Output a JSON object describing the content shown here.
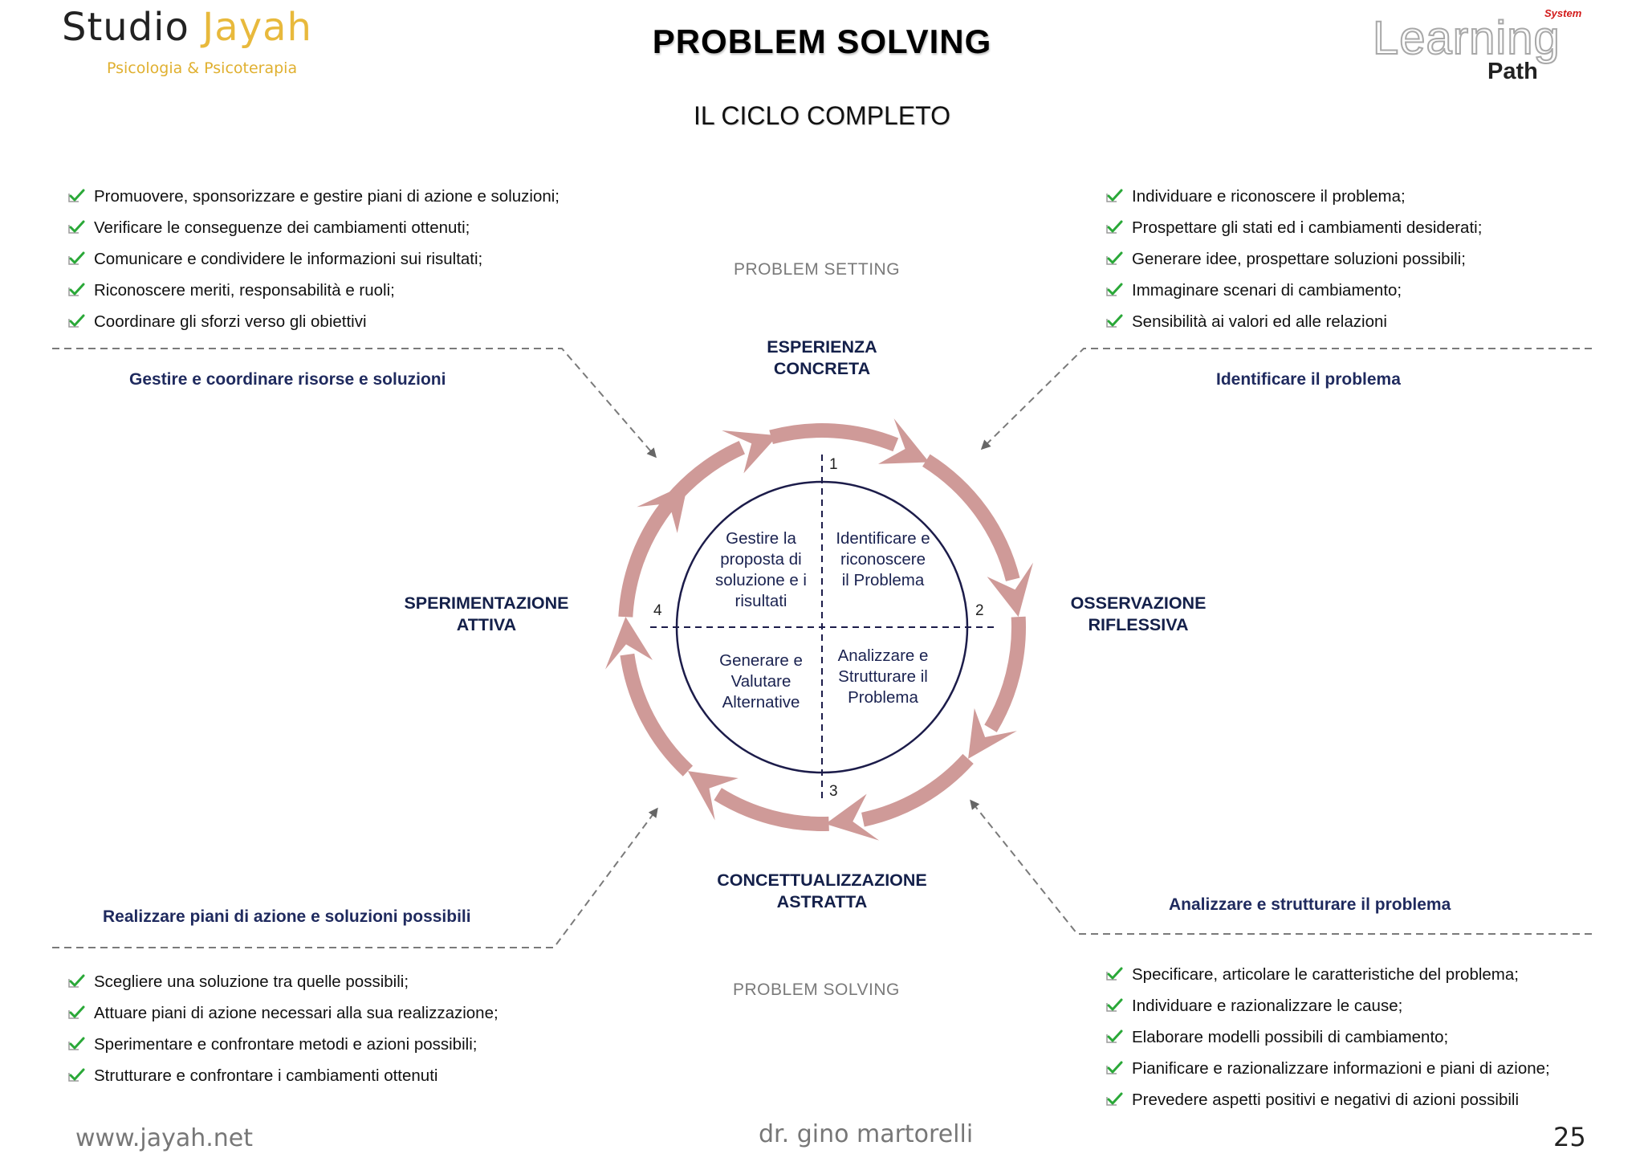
{
  "header": {
    "logo_name_1": "Studio ",
    "logo_name_2": "Jayah",
    "logo_tagline": "Psicologia & Psicoterapia",
    "title": "PROBLEM SOLVING",
    "subtitle": "IL CICLO COMPLETO",
    "lp_learning": "Learning",
    "lp_path": "Path",
    "lp_system": "System"
  },
  "colors": {
    "arrow": "#cf9a98",
    "check": "#2aa838",
    "heading": "#1f2a5e",
    "phase": "#7a7a7a"
  },
  "icons": {
    "bullet": "check-icon"
  },
  "phases": {
    "top": "PROBLEM SETTING",
    "bottom": "PROBLEM SOLVING"
  },
  "cycle": {
    "top": [
      "ESPERIENZA",
      "CONCRETA"
    ],
    "right": [
      "OSSERVAZIONE",
      "RIFLESSIVA"
    ],
    "bottom": [
      "CONCETTUALIZZAZIONE",
      "ASTRATTA"
    ],
    "left": [
      "SPERIMENTAZIONE",
      "ATTIVA"
    ],
    "numbers": [
      "1",
      "2",
      "3",
      "4"
    ],
    "quadrants": {
      "top_left": [
        "Gestire la",
        "proposta di",
        "soluzione e i",
        "risultati"
      ],
      "top_right": [
        "Identificare e",
        "riconoscere",
        "il Problema"
      ],
      "bottom_left": [
        "Generare e",
        "Valutare",
        "Alternative"
      ],
      "bottom_right": [
        "Analizzare e",
        "Strutturare il",
        "Problema"
      ]
    }
  },
  "sections": {
    "top_left": {
      "heading": "Gestire e coordinare risorse e soluzioni",
      "items": [
        "Promuovere, sponsorizzare e gestire piani di azione e soluzioni;",
        "Verificare le conseguenze dei cambiamenti ottenuti;",
        "Comunicare e condividere le informazioni sui risultati;",
        "Riconoscere meriti, responsabilità e ruoli;",
        "Coordinare gli sforzi verso gli obiettivi"
      ]
    },
    "top_right": {
      "heading": "Identificare il problema",
      "items": [
        "Individuare e riconoscere il problema;",
        "Prospettare gli stati ed i cambiamenti desiderati;",
        "Generare idee, prospettare soluzioni possibili;",
        "Immaginare scenari di cambiamento;",
        "Sensibilità ai valori ed alle relazioni"
      ]
    },
    "bottom_left": {
      "heading": "Realizzare piani di azione e soluzioni possibili",
      "items": [
        "Scegliere una soluzione tra quelle possibili;",
        "Attuare piani di azione necessari alla sua realizzazione;",
        "Sperimentare e confrontare metodi e azioni possibili;",
        "Strutturare e confrontare i cambiamenti ottenuti"
      ]
    },
    "bottom_right": {
      "heading": "Analizzare e strutturare il problema",
      "items": [
        "Specificare, articolare le caratteristiche del problema;",
        "Individuare e razionalizzare le cause;",
        "Elaborare modelli possibili di cambiamento;",
        "Pianificare e razionalizzare informazioni e piani di azione;",
        "Prevedere aspetti positivi e negativi di azioni possibili"
      ]
    }
  },
  "footer": {
    "url": "www.jayah.net",
    "author": "dr. gino martorelli",
    "page": "25"
  }
}
